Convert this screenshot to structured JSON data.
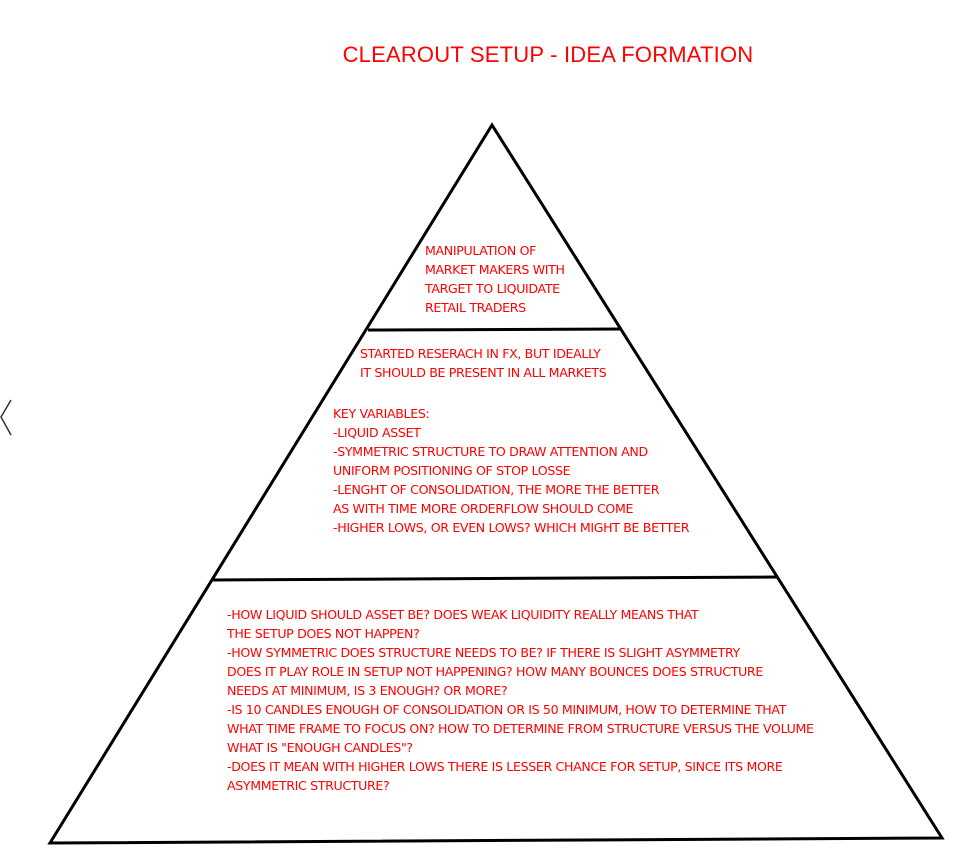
{
  "title": "CLEAROUT SETUP - IDEA FORMATION",
  "colors": {
    "text": "#ff0000",
    "lines": "#000000"
  },
  "tiers": {
    "top": [
      "MANIPULATION OF",
      "MARKET MAKERS WITH",
      "TARGET TO LIQUIDATE",
      "RETAIL TRADERS"
    ],
    "middle_intro": [
      "STARTED RESERACH IN FX, BUT IDEALLY",
      "IT SHOULD BE PRESENT IN ALL MARKETS"
    ],
    "middle_vars": [
      "KEY VARIABLES:",
      "-LIQUID ASSET",
      "-SYMMETRIC STRUCTURE TO DRAW ATTENTION AND",
      "UNIFORM POSITIONING OF STOP LOSSE",
      "-LENGHT OF CONSOLIDATION, THE MORE THE BETTER",
      "AS WITH TIME MORE ORDERFLOW SHOULD COME",
      "-HIGHER LOWS, OR EVEN LOWS? WHICH MIGHT BE BETTER"
    ],
    "bottom": [
      "-HOW LIQUID SHOULD ASSET BE? DOES WEAK LIQUIDITY REALLY MEANS THAT",
      "THE SETUP DOES NOT HAPPEN?",
      "-HOW SYMMETRIC DOES STRUCTURE NEEDS TO BE? IF THERE IS SLIGHT ASYMMETRY",
      "DOES IT PLAY ROLE IN SETUP NOT HAPPENING? HOW MANY BOUNCES DOES STRUCTURE",
      "NEEDS AT MINIMUM, IS 3 ENOUGH? OR MORE?",
      "-IS 10 CANDLES ENOUGH OF CONSOLIDATION OR IS 50 MINIMUM, HOW TO DETERMINE THAT",
      "WHAT TIME FRAME TO FOCUS ON? HOW TO DETERMINE FROM STRUCTURE VERSUS THE VOLUME",
      "WHAT IS \"ENOUGH CANDLES\"?",
      "-DOES IT MEAN WITH HIGHER LOWS THERE IS LESSER CHANCE FOR SETUP, SINCE ITS MORE",
      "ASYMMETRIC STRUCTURE?"
    ]
  }
}
